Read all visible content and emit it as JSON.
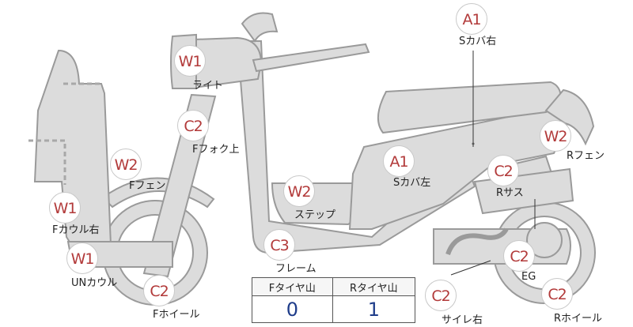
{
  "grades": [
    {
      "id": "light",
      "grade": "W1",
      "label": "ライト"
    },
    {
      "id": "f-fork",
      "grade": "C2",
      "label": "Fフォク上"
    },
    {
      "id": "f-fender",
      "grade": "W2",
      "label": "Fフェン"
    },
    {
      "id": "f-cowl-right",
      "grade": "W1",
      "label": "Fカウル右"
    },
    {
      "id": "un-cowl",
      "grade": "W1",
      "label": "UNカウル"
    },
    {
      "id": "f-wheel",
      "grade": "C2",
      "label": "Fホイール"
    },
    {
      "id": "step",
      "grade": "W2",
      "label": "ステップ"
    },
    {
      "id": "frame",
      "grade": "C3",
      "label": "フレーム"
    },
    {
      "id": "s-cover-left",
      "grade": "A1",
      "label": "Sカバ左"
    },
    {
      "id": "s-cover-right",
      "grade": "A1",
      "label": "Sカバ右"
    },
    {
      "id": "r-fender",
      "grade": "W2",
      "label": "Rフェン"
    },
    {
      "id": "r-suspension",
      "grade": "C2",
      "label": "Rサス"
    },
    {
      "id": "engine",
      "grade": "C2",
      "label": "EG"
    },
    {
      "id": "r-wheel",
      "grade": "C2",
      "label": "Rホイール"
    },
    {
      "id": "muffler-right",
      "grade": "C2",
      "label": "サイレ右"
    }
  ],
  "tire_table": {
    "headers": [
      "Fタイヤ山",
      "Rタイヤ山"
    ],
    "values": [
      "0",
      "1"
    ]
  },
  "colors": {
    "part_fill": "#dcdcdc",
    "part_stroke": "#9a9a9a",
    "grade_text": "#b23a3a",
    "tire_value": "#1f3d8a"
  }
}
